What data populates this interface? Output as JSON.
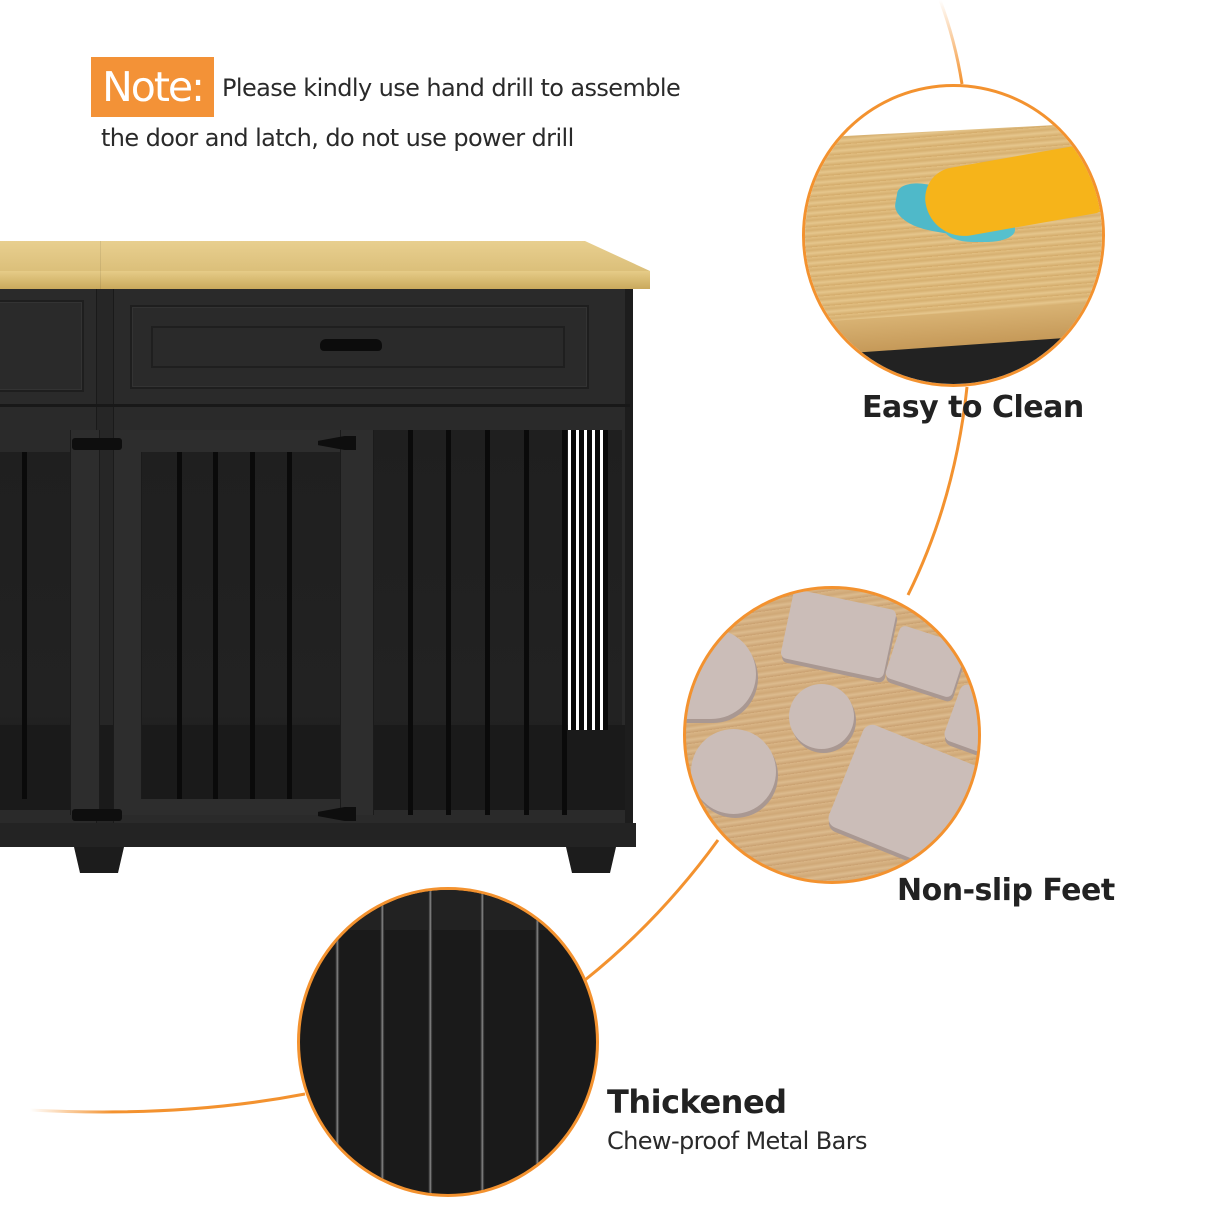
{
  "note": {
    "badge": "Note:",
    "line1": "Please kindly use hand drill to assemble",
    "line2": "the door and latch, do not use power drill"
  },
  "features": [
    {
      "id": "easy-to-clean",
      "title": "Easy to Clean",
      "image": "wood-surface-wiped-with-glove-and-cloth"
    },
    {
      "id": "non-slip-feet",
      "title": "Non-slip Feet",
      "image": "felt-furniture-pads-on-wood"
    },
    {
      "id": "thickened",
      "title": "Thickened",
      "subtitle": "Chew-proof Metal Bars",
      "image": "black-metal-bars-closeup"
    }
  ],
  "product": {
    "name": "dog-crate-furniture",
    "finish": "black",
    "top_finish": "light-oak"
  },
  "colors": {
    "accent": "#f3922f",
    "note_badge": "#f39237",
    "text": "#222222",
    "cabinet": "#2a2a2a",
    "wood_top": "#dcc07b"
  }
}
